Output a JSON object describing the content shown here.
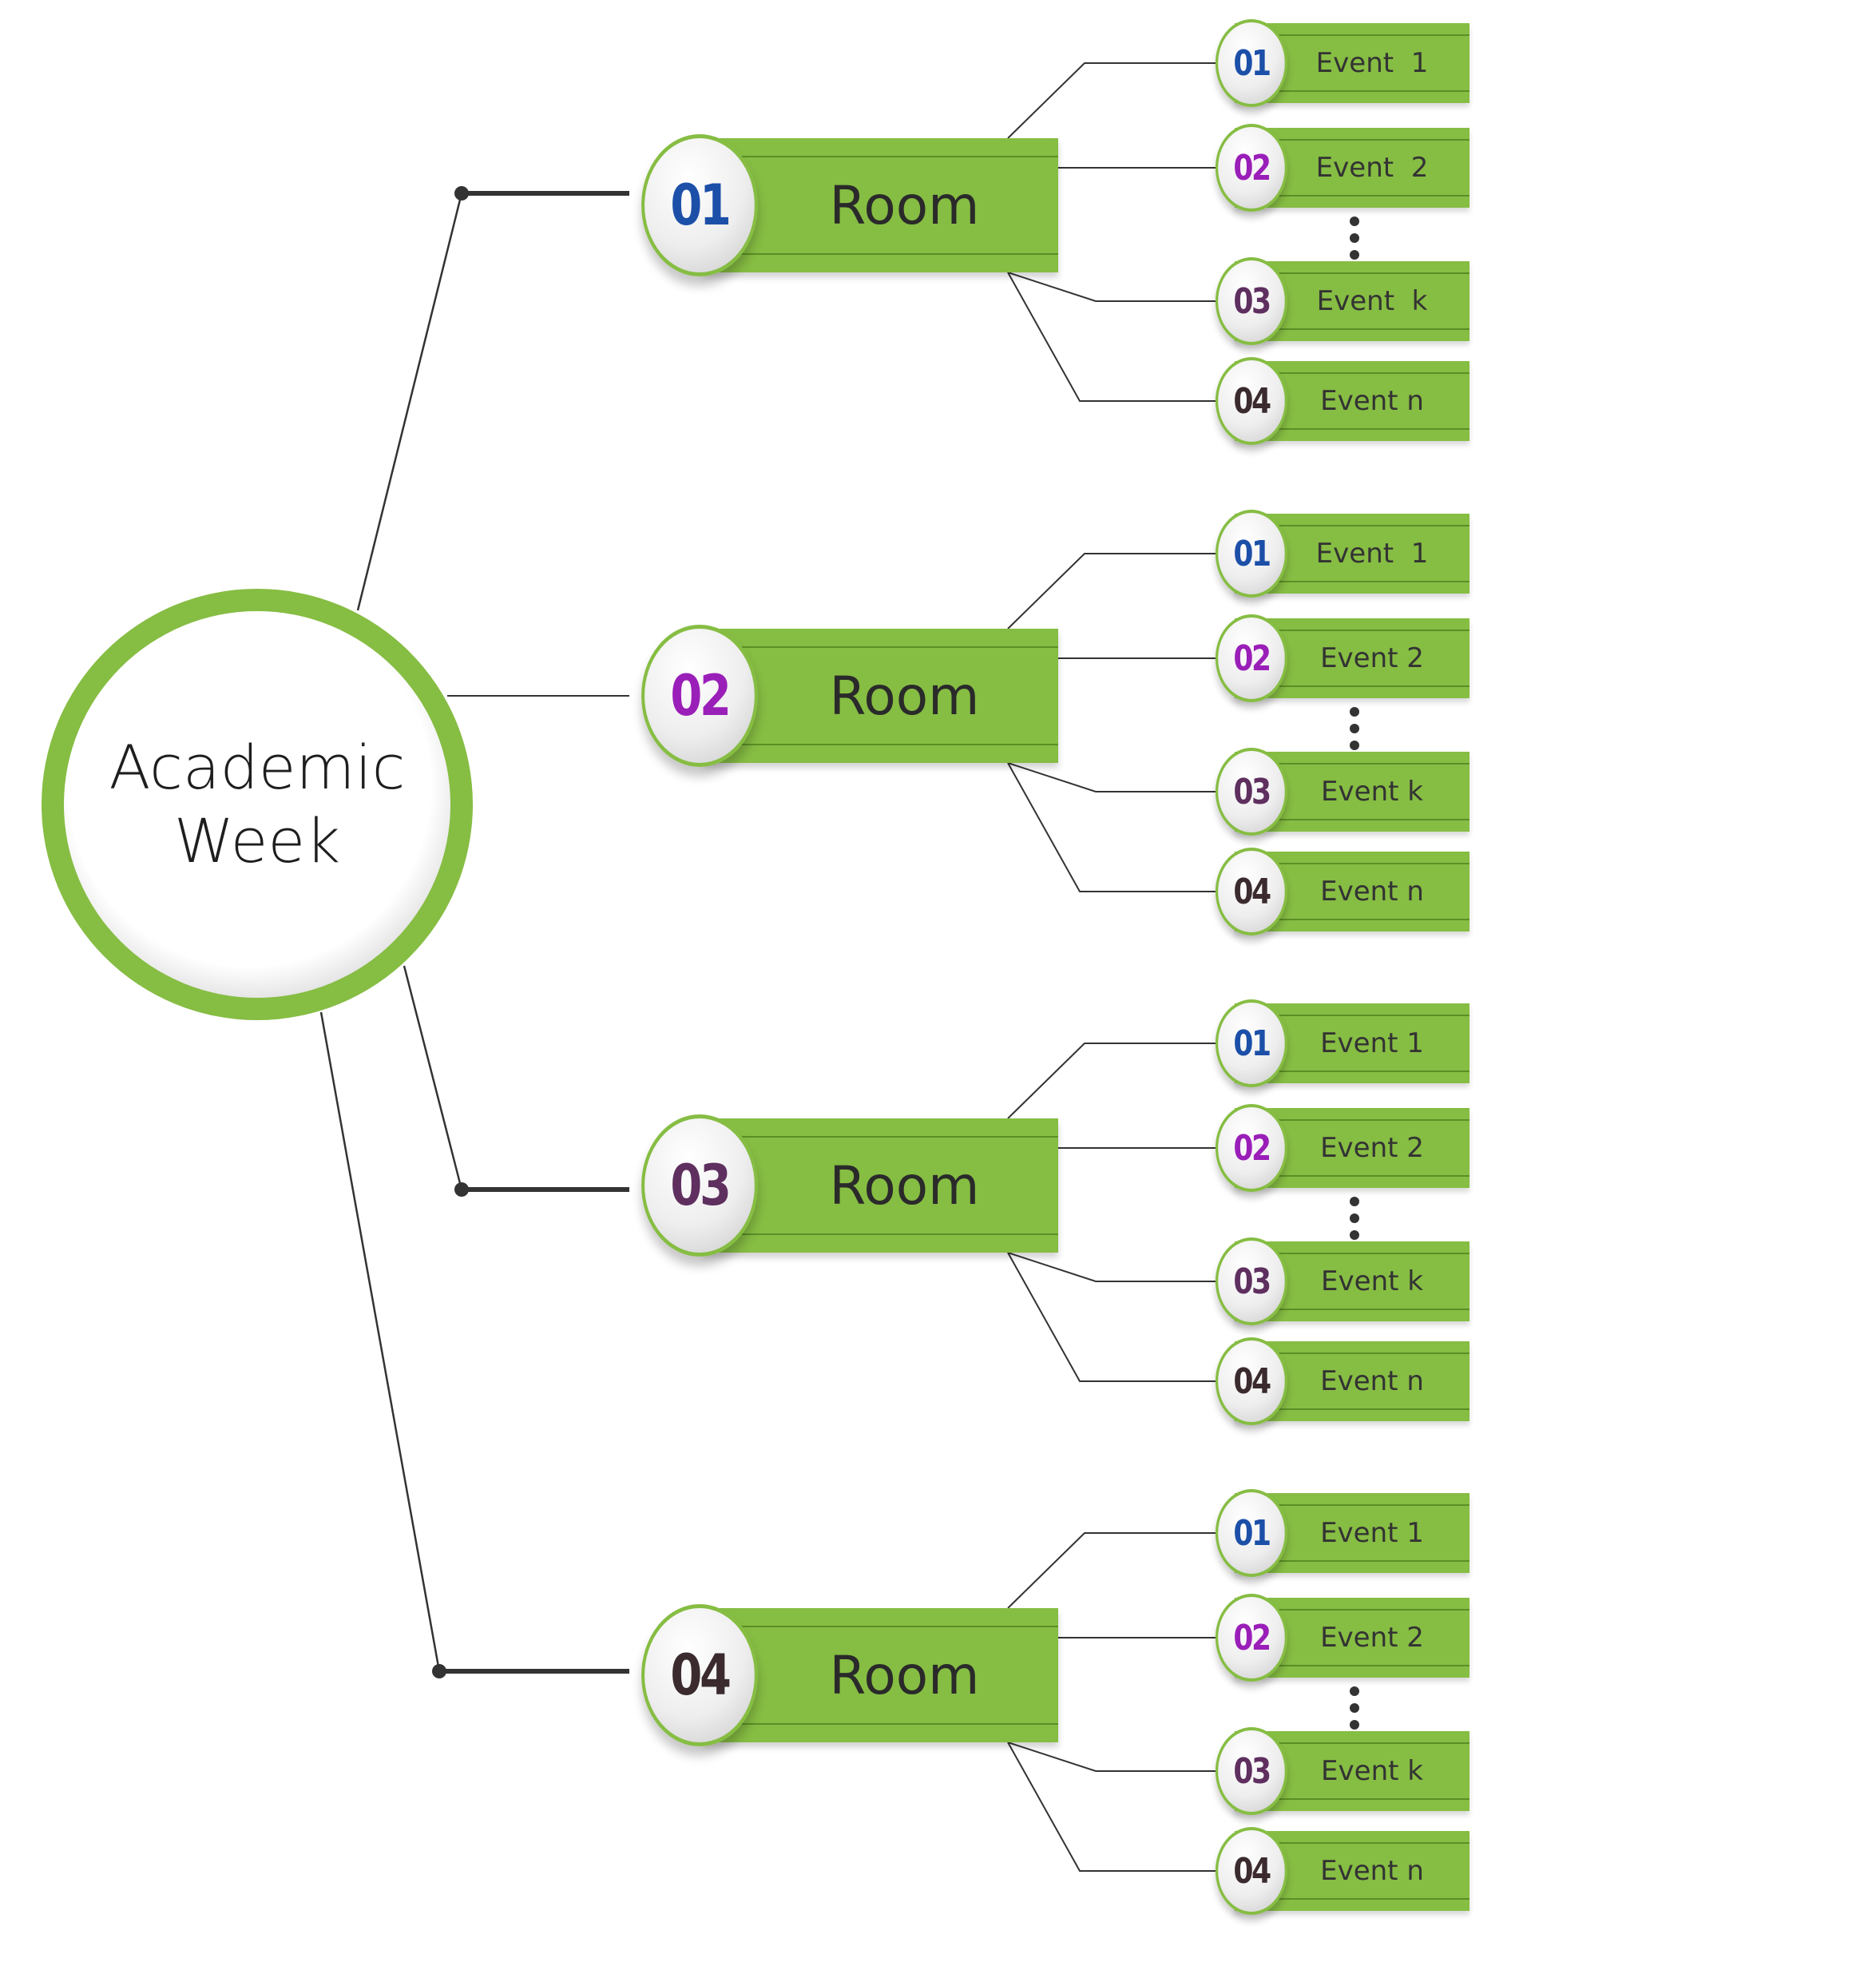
{
  "center": {
    "line1": "Academic",
    "line2": "Week"
  },
  "colors": {
    "green": "#86bd43",
    "number_01": "#1c4fa8",
    "number_02": "#9a1fb8",
    "number_03": "#5e2f5f",
    "number_04": "#3b2b2e"
  },
  "rooms": [
    {
      "number": "01",
      "label": "Room",
      "events": [
        {
          "number": "01",
          "label": "Event  1"
        },
        {
          "number": "02",
          "label": "Event  2"
        },
        {
          "number": "03",
          "label": "Event  k"
        },
        {
          "number": "04",
          "label": "Event n"
        }
      ]
    },
    {
      "number": "02",
      "label": "Room",
      "events": [
        {
          "number": "01",
          "label": "Event  1"
        },
        {
          "number": "02",
          "label": "Event 2"
        },
        {
          "number": "03",
          "label": "Event k"
        },
        {
          "number": "04",
          "label": "Event n"
        }
      ]
    },
    {
      "number": "03",
      "label": "Room",
      "events": [
        {
          "number": "01",
          "label": "Event 1"
        },
        {
          "number": "02",
          "label": "Event 2"
        },
        {
          "number": "03",
          "label": "Event k"
        },
        {
          "number": "04",
          "label": "Event n"
        }
      ]
    },
    {
      "number": "04",
      "label": "Room",
      "events": [
        {
          "number": "01",
          "label": "Event 1"
        },
        {
          "number": "02",
          "label": "Event 2"
        },
        {
          "number": "03",
          "label": "Event k"
        },
        {
          "number": "04",
          "label": "Event n"
        }
      ]
    }
  ]
}
